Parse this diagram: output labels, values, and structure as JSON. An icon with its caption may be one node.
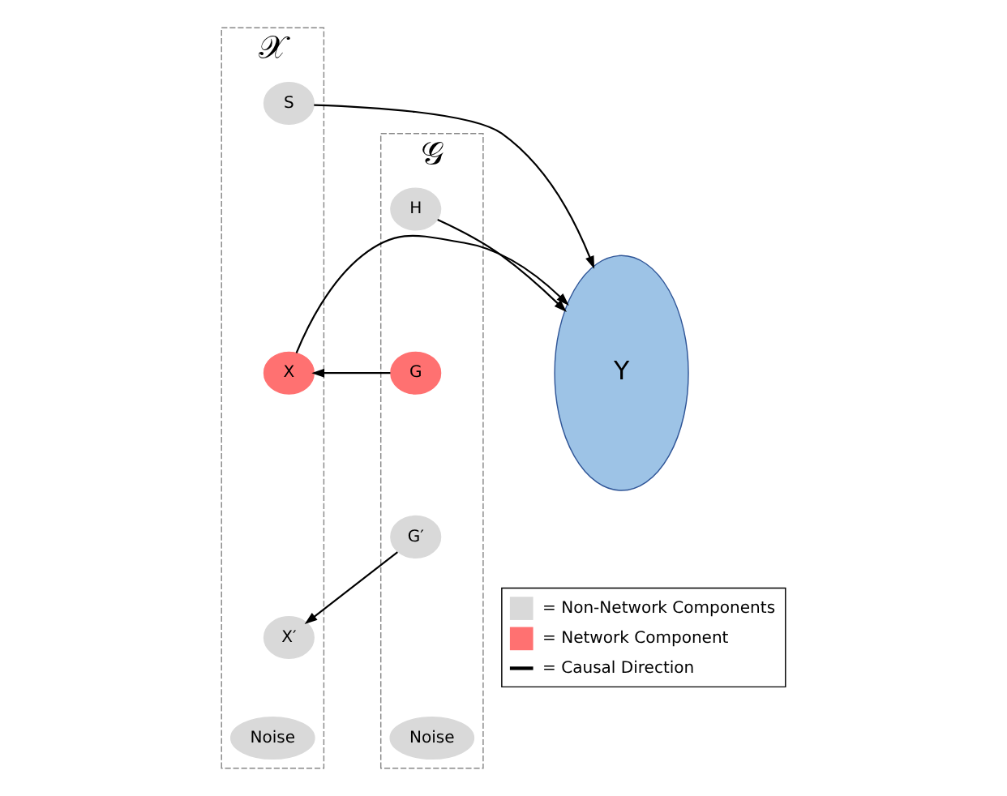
{
  "diagram": {
    "nodes": [
      {
        "text": [
          "𝒢"
        ]
      },
      {
        "text": [
          "H"
        ],
        "in": 0
      },
      {
        "text": [
          "G"
        ],
        "in": 0
      },
      {
        "text": [
          "G′"
        ],
        "in": 0
      },
      {
        "text": [
          "Noise"
        ],
        "in": 0
      },
      {
        "text": [
          "𝒳"
        ]
      },
      {
        "text": [
          "S"
        ],
        "in": 5
      },
      {
        "text": [
          "X"
        ],
        "in": 5
      },
      {
        "text": [
          "X′"
        ],
        "in": 5
      },
      {
        "text": [
          "Noise"
        ],
        "in": 5
      },
      {
        "text": [
          "Y"
        ]
      }
    ],
    "edges": [
      {
        "from": 6,
        "to": 10,
        "arrow": "to"
      },
      {
        "from": 1,
        "to": 10,
        "arrow": "to"
      },
      {
        "from": 2,
        "to": 7,
        "arrow": "to"
      },
      {
        "from": 7,
        "to": 10,
        "arrow": "to"
      },
      {
        "from": 3,
        "to": 8,
        "arrow": "to"
      }
    ],
    "legend": [
      {
        "text": "= Non-Network Components",
        "color": "#d9d9d9"
      },
      {
        "text": "= Network Component",
        "color": "#ff7171"
      },
      {
        "text": "= Causal Direction"
      }
    ]
  }
}
